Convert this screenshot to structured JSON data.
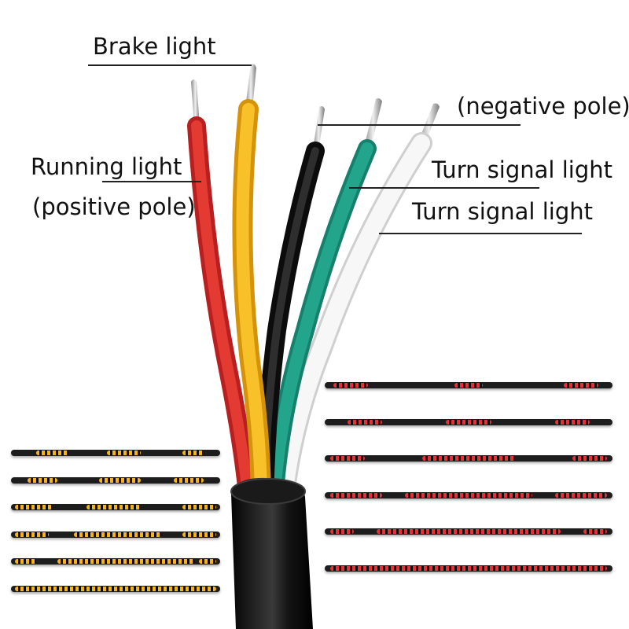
{
  "labels": {
    "brake": "Brake light",
    "negative": "(negative pole)",
    "running": "Running light",
    "positive": "(positive pole)",
    "turn_1": "Turn signal light",
    "turn_2": "Turn signal light"
  },
  "colors": {
    "red_wire": "#d92a2a",
    "yellow_wire": "#f3b310",
    "black_wire": "#1b1b1b",
    "green_wire": "#1e9c84",
    "white_wire": "#f4f4f4",
    "jacket": "#111111",
    "amber_led": "#f5b41a",
    "red_led": "#e8303a"
  },
  "strips": {
    "left_amber": [
      [
        [
          0.12,
          0.28
        ],
        [
          0.46,
          0.62
        ],
        [
          0.82,
          0.92
        ]
      ],
      [
        [
          0.08,
          0.22
        ],
        [
          0.42,
          0.62
        ],
        [
          0.78,
          0.92
        ]
      ],
      [
        [
          0.02,
          0.2
        ],
        [
          0.36,
          0.62
        ],
        [
          0.82,
          0.98
        ]
      ],
      [
        [
          0.02,
          0.18
        ],
        [
          0.3,
          0.72
        ],
        [
          0.82,
          0.98
        ]
      ],
      [
        [
          0.02,
          0.12
        ],
        [
          0.22,
          0.88
        ],
        [
          0.9,
          0.98
        ]
      ],
      [
        [
          0.02,
          0.98
        ]
      ]
    ],
    "right_red": [
      [
        [
          0.03,
          0.15
        ],
        [
          0.45,
          0.55
        ],
        [
          0.83,
          0.95
        ]
      ],
      [
        [
          0.08,
          0.2
        ],
        [
          0.42,
          0.58
        ],
        [
          0.8,
          0.92
        ]
      ],
      [
        [
          0.02,
          0.14
        ],
        [
          0.34,
          0.66
        ],
        [
          0.86,
          0.98
        ]
      ],
      [
        [
          0.02,
          0.2
        ],
        [
          0.28,
          0.72
        ],
        [
          0.8,
          0.98
        ]
      ],
      [
        [
          0.02,
          0.1
        ],
        [
          0.18,
          0.82
        ],
        [
          0.9,
          0.98
        ]
      ],
      [
        [
          0.02,
          0.98
        ]
      ]
    ]
  }
}
